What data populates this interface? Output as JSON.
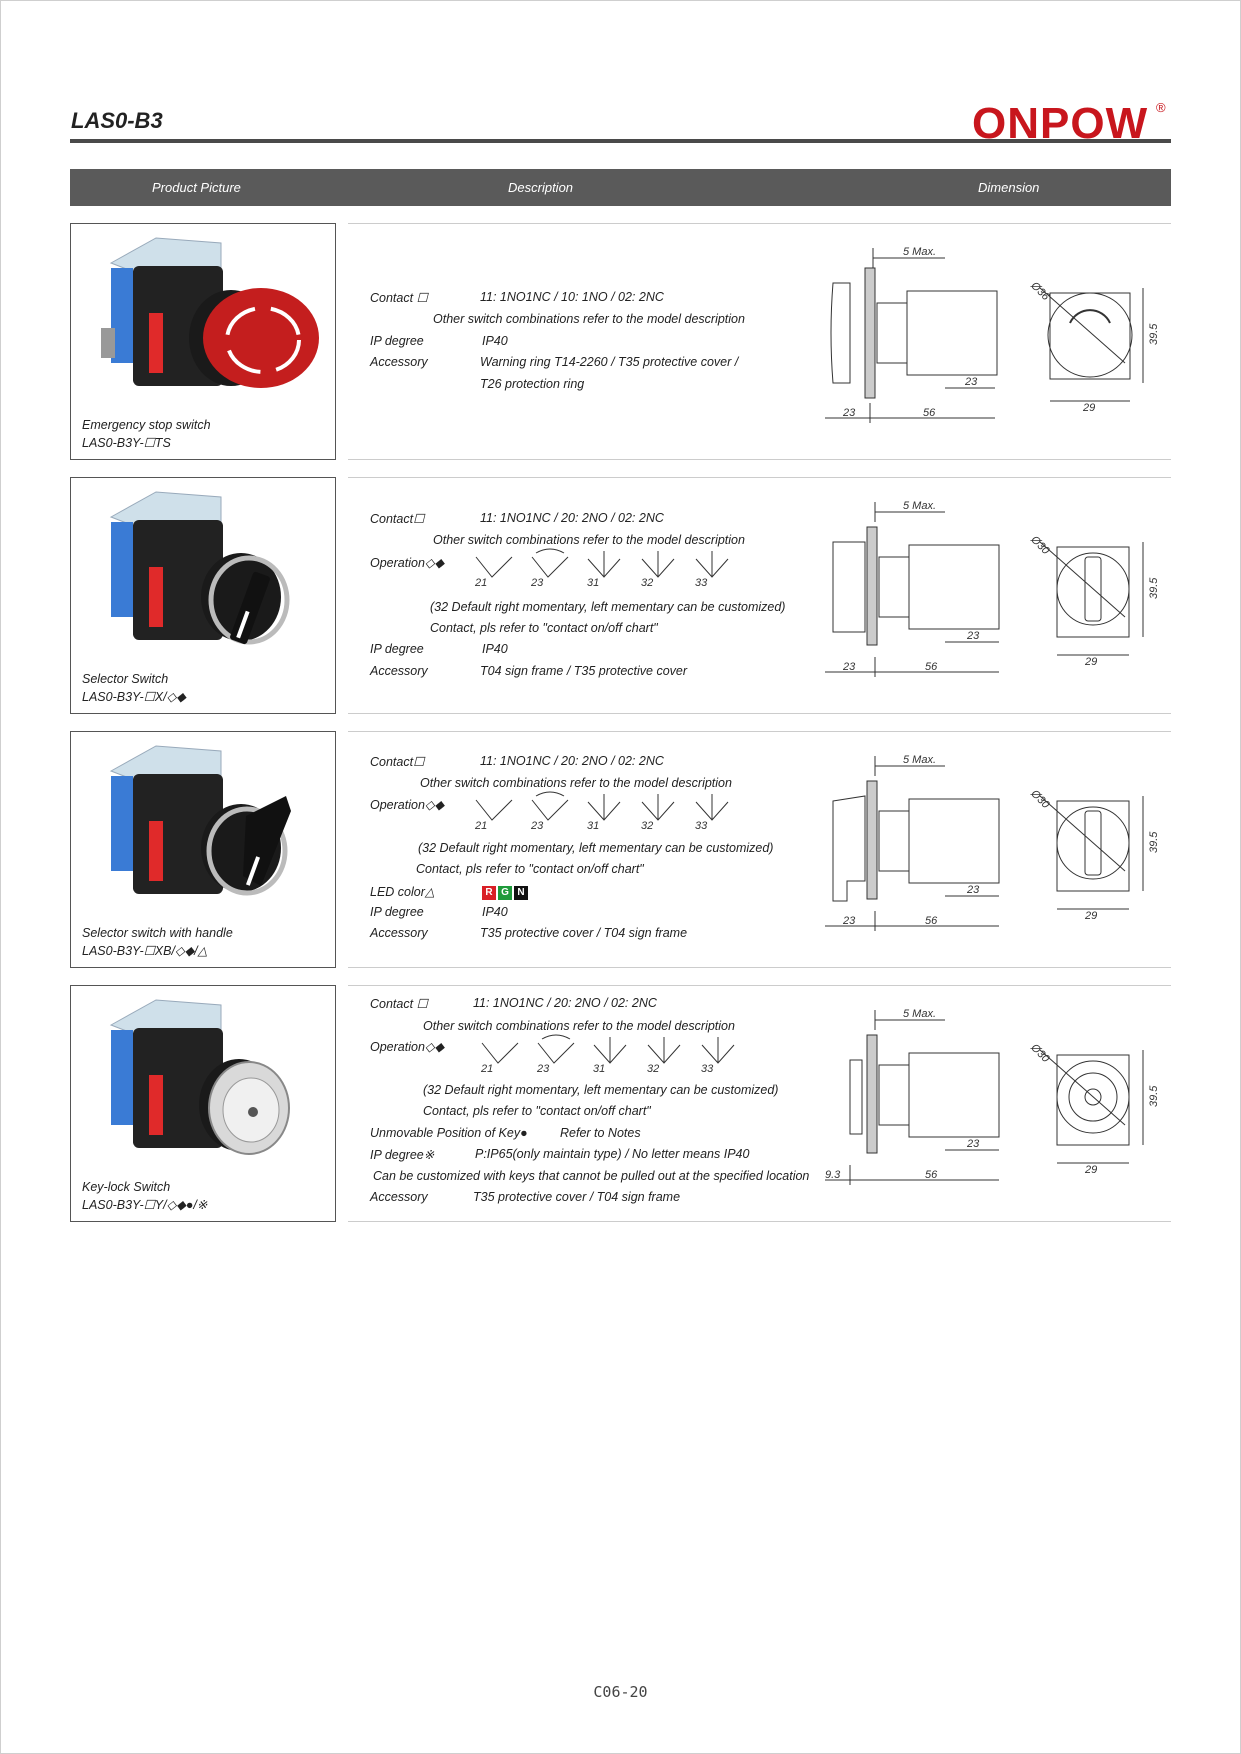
{
  "header": {
    "title": "LAS0-B3",
    "logo_text": "ONPOW",
    "logo_mark": "®"
  },
  "columns": {
    "picture": "Product Picture",
    "description": "Description",
    "dimension": "Dimension"
  },
  "colors": {
    "logo_red": "#c8161d",
    "header_bar": "#5a5a5a",
    "led_r": "#d91f26",
    "led_g": "#1f9a3a",
    "led_n": "#111111"
  },
  "rows": [
    {
      "name": "Emergency stop switch",
      "model": "LAS0-B3Y-☐TS",
      "contact_label": "Contact ☐",
      "contact_value": "11: 1NO1NC / 10: 1NO / 02: 2NC",
      "contact_note": "Other switch combinations refer to the model description",
      "ip_label": "IP degree",
      "ip_value": "IP40",
      "accessory_label": "Accessory",
      "accessory_value": "Warning ring T14-2260 / T35 protective cover /",
      "accessory_value2": "T26 protection ring",
      "dims": {
        "max": "5 Max.",
        "d1": "23",
        "d2": "56",
        "d3": "23",
        "front_w": "29",
        "front_h": "39.5",
        "dia": "Ø36"
      }
    },
    {
      "name": "Selector Switch",
      "model": "LAS0-B3Y-☐X/◇◆",
      "contact_label": "Contact☐",
      "contact_value": "11: 1NO1NC / 20: 2NO / 02: 2NC",
      "contact_note": "Other switch combinations refer to the model description",
      "operation_label": "Operation◇◆",
      "op_codes": [
        "21",
        "23",
        "31",
        "32",
        "33"
      ],
      "op_note": "(32 Default right momentary, left mementary can be customized)",
      "op_note2": "Contact, pls refer to \"contact on/off chart\"",
      "ip_label": "IP degree",
      "ip_value": "IP40",
      "accessory_label": "Accessory",
      "accessory_value": "T04 sign frame / T35 protective cover",
      "dims": {
        "max": "5 Max.",
        "d1": "23",
        "d2": "56",
        "d3": "23",
        "front_w": "29",
        "front_h": "39.5",
        "dia": "Ø30"
      }
    },
    {
      "name": "Selector switch with handle",
      "model": "LAS0-B3Y-☐XB/◇◆/△",
      "contact_label": "Contact☐",
      "contact_value": "11: 1NO1NC / 20: 2NO / 02: 2NC",
      "contact_note": "Other switch combinations refer to the model description",
      "operation_label": "Operation◇◆",
      "op_codes": [
        "21",
        "23",
        "31",
        "32",
        "33"
      ],
      "op_note": "(32 Default right momentary, left mementary can be customized)",
      "op_note2": "Contact, pls refer to \"contact on/off chart\"",
      "led_label": "LED color△",
      "led_letters": [
        "R",
        "G",
        "N"
      ],
      "ip_label": "IP degree",
      "ip_value": "IP40",
      "accessory_label": "Accessory",
      "accessory_value": "T35 protective cover / T04 sign frame",
      "dims": {
        "max": "5 Max.",
        "d1": "23",
        "d2": "56",
        "d3": "23",
        "front_w": "29",
        "front_h": "39.5",
        "dia": "Ø30"
      }
    },
    {
      "name": "Key-lock Switch",
      "model": "LAS0-B3Y-☐Y/◇◆●/※",
      "contact_label": "Contact ☐",
      "contact_value": "11: 1NO1NC / 20: 2NO / 02: 2NC",
      "contact_note": "Other switch combinations refer to the model description",
      "operation_label": "Operation◇◆",
      "op_codes": [
        "21",
        "23",
        "31",
        "32",
        "33"
      ],
      "op_note": "(32 Default right momentary, left mementary can be customized)",
      "op_note2": "Contact, pls refer to \"contact on/off chart\"",
      "key_label": "Unmovable Position of Key●",
      "key_value": "Refer to Notes",
      "ip_label": "IP degree※",
      "ip_value": "P:IP65(only maintain type) / No letter means IP40",
      "custom_note": "Can be customized with keys that cannot be pulled out at the specified location",
      "accessory_label": "Accessory",
      "accessory_value": "T35 protective cover / T04 sign frame",
      "dims": {
        "max": "5 Max.",
        "d1": "9.3",
        "d2": "56",
        "d3": "23",
        "front_w": "29",
        "front_h": "39.5",
        "dia": "Ø30"
      }
    }
  ],
  "footer": {
    "page": "C06-20"
  }
}
